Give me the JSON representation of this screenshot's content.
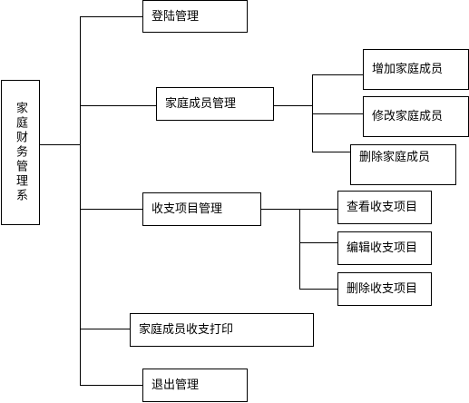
{
  "root": {
    "label": "家庭财务管理系"
  },
  "branches": [
    {
      "label": "登陆管理"
    },
    {
      "label": "家庭成员管理",
      "children": [
        {
          "label": "增加家庭成员"
        },
        {
          "label": "修改家庭成员"
        },
        {
          "label": "删除家庭成员"
        }
      ]
    },
    {
      "label": "收支项目管理",
      "children": [
        {
          "label": "查看收支项目"
        },
        {
          "label": "编辑收支项目"
        },
        {
          "label": "删除收支项目"
        }
      ]
    },
    {
      "label": "家庭成员收支打印"
    },
    {
      "label": "退出管理"
    }
  ]
}
